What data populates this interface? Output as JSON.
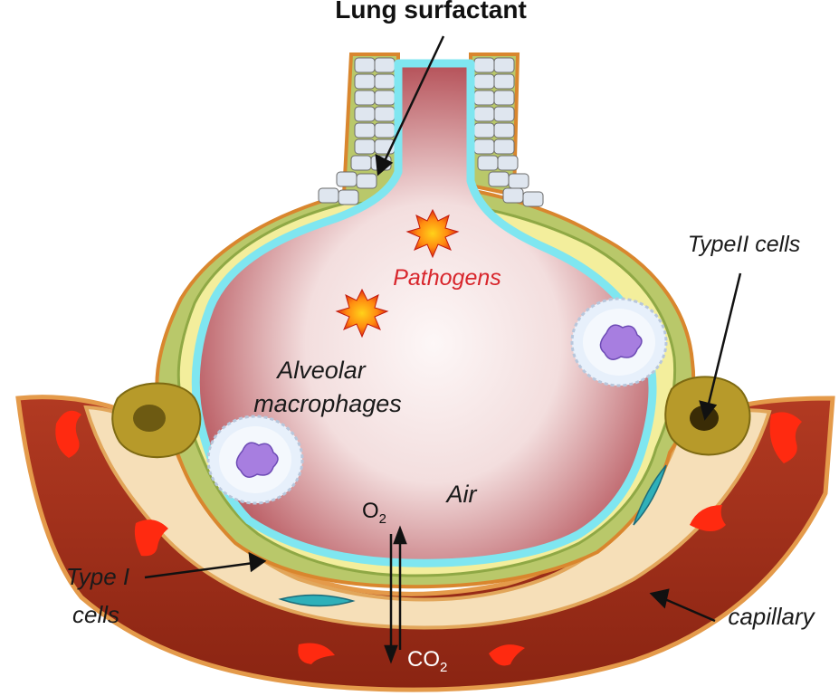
{
  "labels": {
    "title": "Lung surfactant",
    "pathogens": "Pathogens",
    "type2": "TypeII cells",
    "macro1": "Alveolar",
    "macro2": "macrophages",
    "air": "Air",
    "o2_base": "O",
    "o2_sub": "2",
    "co2_base": "CO",
    "co2_sub": "2",
    "type1_line1": "Type I",
    "type1_line2": "cells",
    "capillary": "capillary"
  },
  "colors": {
    "capillary_wall": "#a5321f",
    "capillary_dark": "#7a1c0f",
    "rbc": "#ff2a10",
    "interstitium": "#f6dfb8",
    "epithelium_green": "#b9c86a",
    "yellow_layer": "#f3ee9c",
    "surfactant": "#7fe6f0",
    "air_edge": "#a8333c",
    "air_center": "#fbf2f2",
    "pathogen": "#e83515",
    "pathogen_center": "#ffb000",
    "type2_cell": "#b79a2a",
    "macrophage": "#e7f0fb",
    "macrophage_nucleus": "#a77ee0"
  }
}
